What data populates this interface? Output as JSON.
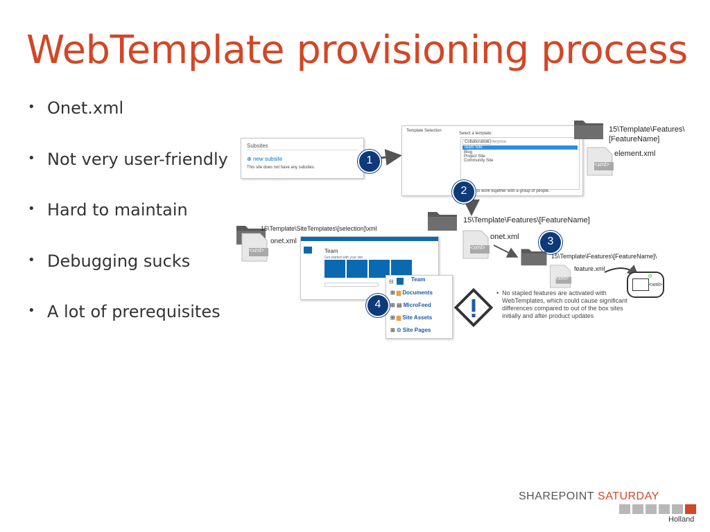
{
  "slide": {
    "title": "WebTemplate provisioning process",
    "bullets": [
      "Onet.xml",
      "Not very user-friendly",
      "Hard to maintain",
      "Debugging sucks",
      "A lot of prerequisites"
    ]
  },
  "diagram": {
    "steps": [
      "1",
      "2",
      "3",
      "4"
    ],
    "subsites_panel": {
      "heading": "Subsites",
      "link": "new subsite",
      "note": "This site does not have any subsites."
    },
    "template_panel": {
      "heading": "Template Selection",
      "select_label": "Select a template:",
      "tabs": [
        "Collaboration",
        "Enterprise"
      ],
      "options": [
        "Team Site",
        "Blog",
        "Project Site",
        "Community Site"
      ],
      "footer": "A place to work together with a group of people."
    },
    "paths": {
      "features_top": "15\\Template\\Features\\[FeatureName]",
      "element_xml": "element.xml",
      "features_mid": "15\\Template\\Features\\[FeatureName]",
      "onet_xml_mid": "onet.xml",
      "sitetemplates": "15\\Template\\SiteTemplates\\[selection]\\xml",
      "onet_xml_left": "onet.xml",
      "features_feature": "15\\Template\\Features\\[FeatureName]\\",
      "feature_xml": "feature.xml"
    },
    "xml_icon_text": "<xml>",
    "site_panel": {
      "site_name": "Team",
      "tiles_label": "Get started with your site"
    },
    "tree": {
      "root": "Team",
      "items": [
        "Documents",
        "MicroFeed",
        "Site Assets",
        "Site Pages"
      ]
    },
    "warning_note": "No stapled features are activated with WebTemplates, which could cause significant differences compared to out of the box sites initially and after product updates"
  },
  "logo": {
    "sharepoint": "SHAREPOINT",
    "saturday": "SATURDAY",
    "location": "Holland"
  },
  "colors": {
    "accent": "#d24726",
    "step_circle": "#0e3a7a",
    "sp_blue": "#0b69b2"
  }
}
